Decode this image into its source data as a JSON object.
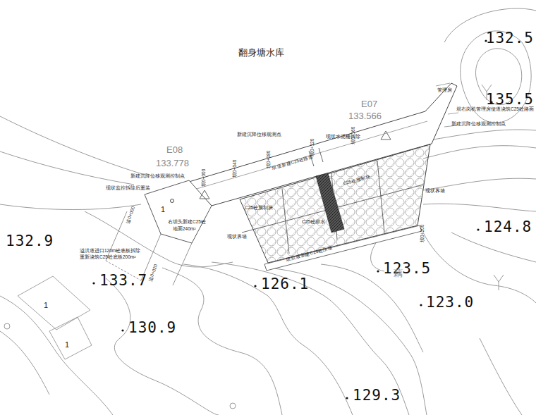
{
  "diagram": {
    "labels": [
      "翻身塘水库",
      "132.5",
      "135.5",
      "132.9",
      "124.8",
      "123.5",
      "123.0",
      "133.7",
      "126.1",
      "130.9",
      "129.3",
      "藕",
      "E07",
      "133.566",
      "E08",
      "133.778",
      "新建沉降位移观测点",
      "现状水泥栅拆除",
      "坝顶新建C25砼路面",
      "C25砼预制块",
      "C25砼预制块",
      "C25砼排水",
      "现状界墙",
      "现状界墙",
      "坝后坡新建C25砼压顶",
      "新建沉降位移观测控制点",
      "现状监控拆除后重装",
      "右坝头新建C25砼",
      "地面240m²",
      "溢洪道进口120m砼底板拆除",
      "重新浇筑C25砼底板200m²",
      "溢0+000",
      "溢0+020",
      "管理房",
      "坝右岗机管理房便道浇筑C25砼路面",
      "新建沉降位移观测控制点",
      "坝0+000",
      "坝0+040",
      "坝0+080",
      "坝0+120",
      "坝0+160",
      "坝0+200",
      "1",
      "1",
      "1"
    ]
  }
}
